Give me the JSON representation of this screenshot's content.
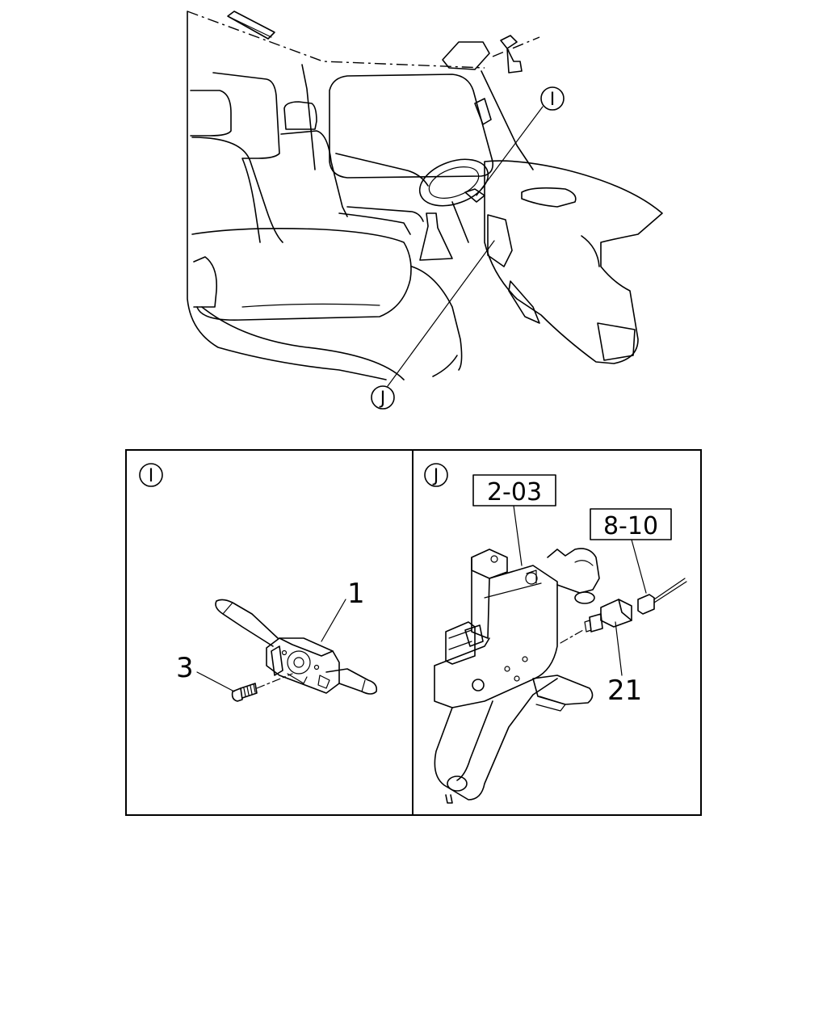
{
  "overview": {
    "callout_i": "I",
    "callout_j": "J"
  },
  "detail_i": {
    "label": "I",
    "part_1": "1",
    "part_3": "3"
  },
  "detail_j": {
    "label": "J",
    "ref_a": "2-03",
    "ref_b": "8-10",
    "part_21": "21"
  }
}
